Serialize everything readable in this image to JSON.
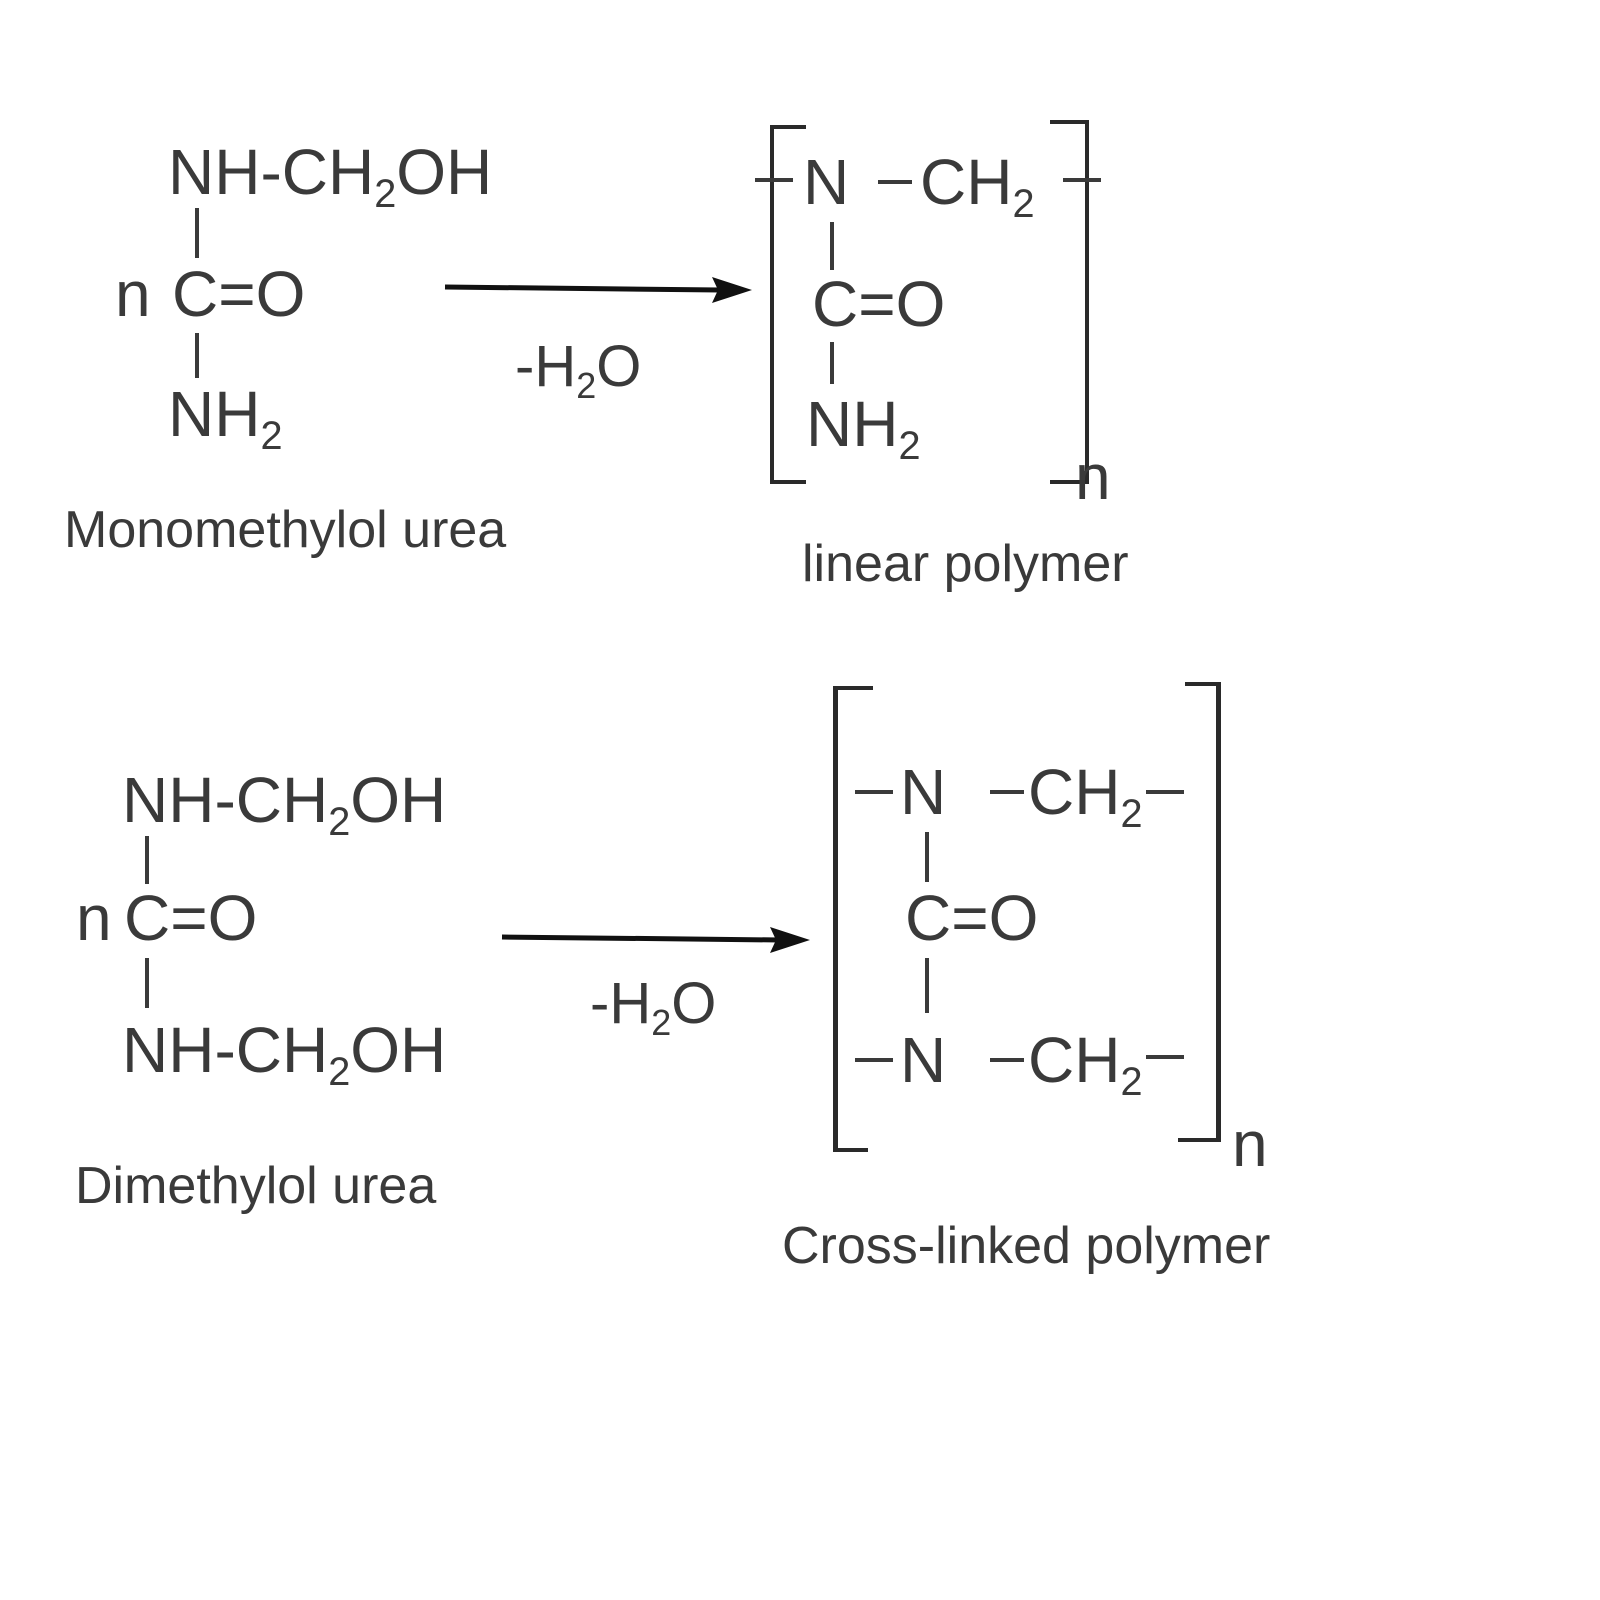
{
  "reaction1": {
    "reactant": {
      "top": {
        "text": "NH-CH",
        "sub": "2",
        "tail": "OH"
      },
      "coef": "n",
      "center": "C=O",
      "bottom": {
        "text": "NH",
        "sub": "2"
      },
      "label": "Monomethylol urea"
    },
    "condition": {
      "pre": "-H",
      "sub": "2",
      "post": "O"
    },
    "product": {
      "top_n": "N",
      "top_ch": {
        "text": "CH",
        "sub": "2"
      },
      "center": "C=O",
      "bottom": {
        "text": "NH",
        "sub": "2"
      },
      "repeat": "n",
      "label": "linear polymer"
    }
  },
  "reaction2": {
    "reactant": {
      "top": {
        "text": "NH-CH",
        "sub": "2",
        "tail": "OH"
      },
      "coef": "n",
      "center": "C=O",
      "bottom": {
        "text": "NH-CH",
        "sub": "2",
        "tail": "OH"
      },
      "label": "Dimethylol urea"
    },
    "condition": {
      "pre": "-H",
      "sub": "2",
      "post": "O"
    },
    "product": {
      "top_n": "N",
      "top_ch": {
        "text": "CH",
        "sub": "2"
      },
      "center": "C=O",
      "bottom_n": "N",
      "bottom_ch": {
        "text": "CH",
        "sub": "2"
      },
      "repeat": "n",
      "label": "Cross-linked polymer"
    }
  }
}
